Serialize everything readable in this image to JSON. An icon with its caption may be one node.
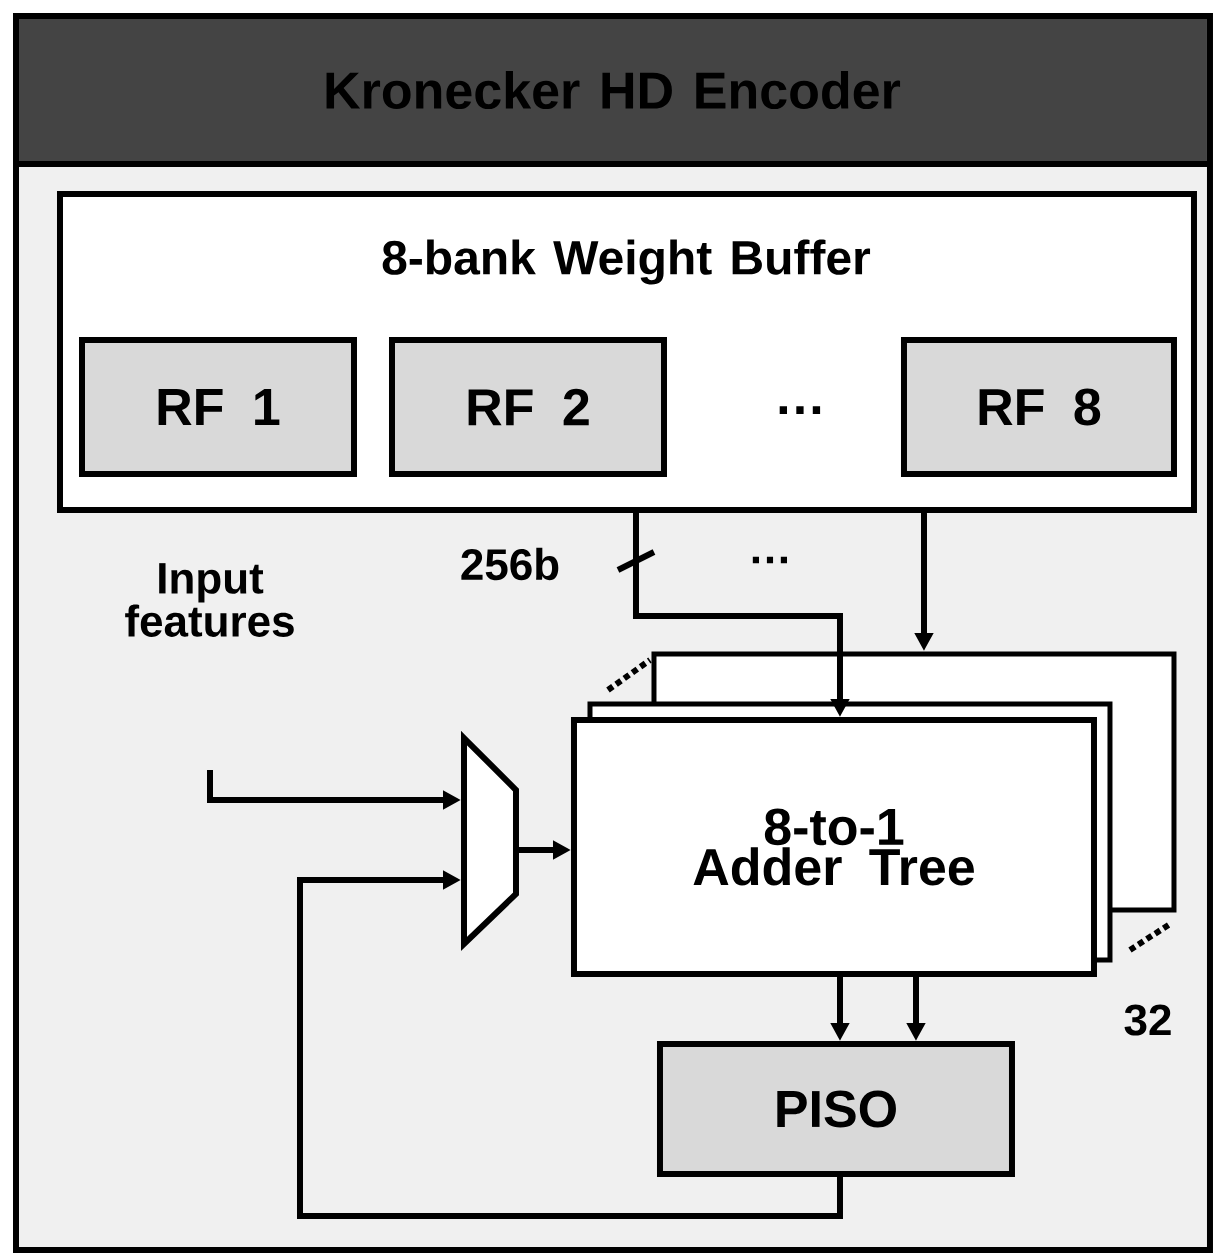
{
  "diagram": {
    "nodes": [
      {
        "text": [
          "Kronecker HD Encoder"
        ]
      },
      {
        "text": [
          "8-bank Weight Buffer"
        ],
        "in": 0
      },
      {
        "text": [
          "RF 1"
        ],
        "in": 1
      },
      {
        "text": [
          "RF 2"
        ],
        "in": 1
      },
      {
        "text": [
          "RF 8"
        ],
        "in": 1
      },
      {
        "text": [],
        "shape": "trapezoid",
        "in": 0
      },
      {
        "text": [
          "8-to-1 Adder Tree"
        ],
        "in": 0,
        "beside": [
          "32"
        ]
      },
      {
        "text": [
          "PISO"
        ],
        "in": 0
      }
    ],
    "edges": [
      {
        "from": 1,
        "to": 6,
        "arrow": "to",
        "label": "256b"
      },
      {
        "from": 1,
        "to": 6,
        "arrow": "to"
      },
      {
        "from": null,
        "to": 5,
        "arrow": "to"
      },
      {
        "from": 7,
        "to": 5,
        "arrow": "to"
      },
      {
        "from": 5,
        "to": 6,
        "arrow": "to"
      },
      {
        "from": 6,
        "to": 7,
        "arrow": "to"
      },
      {
        "from": 6,
        "to": 7,
        "arrow": "to"
      }
    ],
    "labels": [
      "…",
      "Input features",
      "…"
    ]
  }
}
